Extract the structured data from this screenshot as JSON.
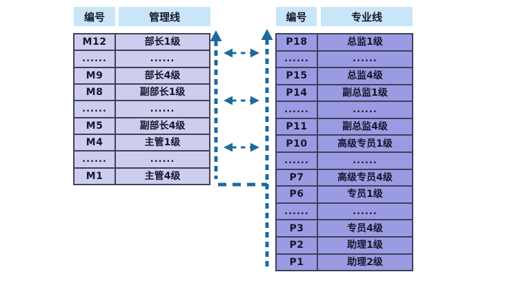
{
  "left_ladder": {
    "header": {
      "code_label": "编号",
      "line_label": "管理线"
    },
    "rows": [
      {
        "code": "M12",
        "title": "部长1级"
      },
      {
        "code": "......",
        "title": "......"
      },
      {
        "code": "M9",
        "title": "部长4级"
      },
      {
        "code": "M8",
        "title": "副部长1级"
      },
      {
        "code": "......",
        "title": "......"
      },
      {
        "code": "M5",
        "title": "副部长4级"
      },
      {
        "code": "M4",
        "title": "主管1级"
      },
      {
        "code": "......",
        "title": "......"
      },
      {
        "code": "M1",
        "title": "主管4级"
      }
    ]
  },
  "right_ladder": {
    "header": {
      "code_label": "编号",
      "line_label": "专业线"
    },
    "rows": [
      {
        "code": "P18",
        "title": "总监1级"
      },
      {
        "code": "......",
        "title": "......"
      },
      {
        "code": "P15",
        "title": "总监4级"
      },
      {
        "code": "P14",
        "title": "副总监1级"
      },
      {
        "code": "......",
        "title": "......"
      },
      {
        "code": "P11",
        "title": "副总监4级"
      },
      {
        "code": "P10",
        "title": "高级专员1级"
      },
      {
        "code": "......",
        "title": "......"
      },
      {
        "code": "P7",
        "title": "高级专员4级"
      },
      {
        "code": "P6",
        "title": "专员1级"
      },
      {
        "code": "......",
        "title": "......"
      },
      {
        "code": "P3",
        "title": "专员4级"
      },
      {
        "code": "P2",
        "title": "助理1级"
      },
      {
        "code": "P1",
        "title": "助理2级"
      }
    ]
  },
  "links": [
    {
      "management": "M12",
      "professional": "P18"
    },
    {
      "management": "M8",
      "professional": "P14"
    },
    {
      "management": "M4",
      "professional": "P10"
    }
  ],
  "colors": {
    "header_bg": "#c9e6f8",
    "left_cell_bg": "#cdcdee",
    "right_cell_bg": "#9b9be3",
    "table_border": "#3e3e58",
    "connector_blue": "#1c6aa0",
    "text_color": "#16162c",
    "page_bg": "#ffffff"
  }
}
